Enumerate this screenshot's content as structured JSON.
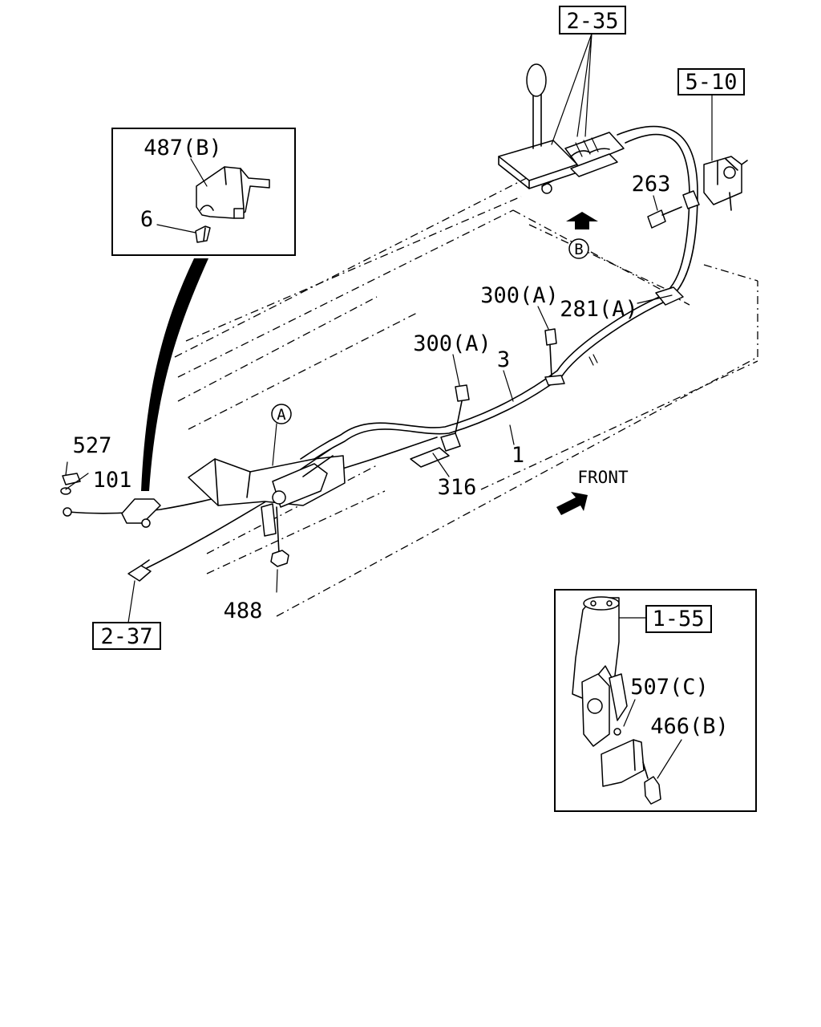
{
  "refs": {
    "r235": "2-35",
    "r510": "5-10",
    "r237": "2-37",
    "r155": "1-55"
  },
  "labels": {
    "l487b": "487(B)",
    "l6": "6",
    "l263": "263",
    "l300a_1": "300(A)",
    "l300a_2": "300(A)",
    "l281a": "281(A)",
    "l3": "3",
    "l1": "1",
    "l316": "316",
    "l527": "527",
    "l101": "101",
    "l488": "488",
    "l507c": "507(C)",
    "l466b": "466(B)",
    "front": "FRONT"
  },
  "markers": {
    "a": "A",
    "b": "B"
  },
  "icons": [
    "front-arrow-icon",
    "forward-arrow-icon"
  ]
}
